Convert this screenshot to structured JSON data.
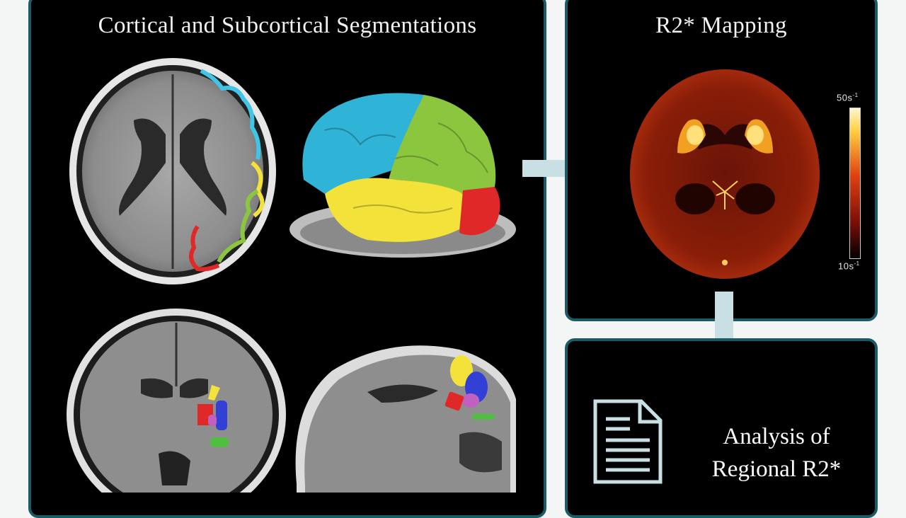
{
  "left_panel": {
    "title": "Cortical and Subcortical Segmentations"
  },
  "r2_panel": {
    "title": "R2* Mapping",
    "colorbar": {
      "max_label": "50s",
      "max_exp": "-1",
      "min_label": "10s",
      "min_exp": "-1"
    }
  },
  "analysis_panel": {
    "line1": "Analysis of",
    "line2": "Regional R2*",
    "icon": "document-icon"
  },
  "colors": {
    "border": "#1c5a66",
    "arrow": "#c8e0e4",
    "frontal": "#2fb3d6",
    "parietal": "#8cc63f",
    "temporal": "#f3e23a",
    "occipital": "#e02828"
  }
}
